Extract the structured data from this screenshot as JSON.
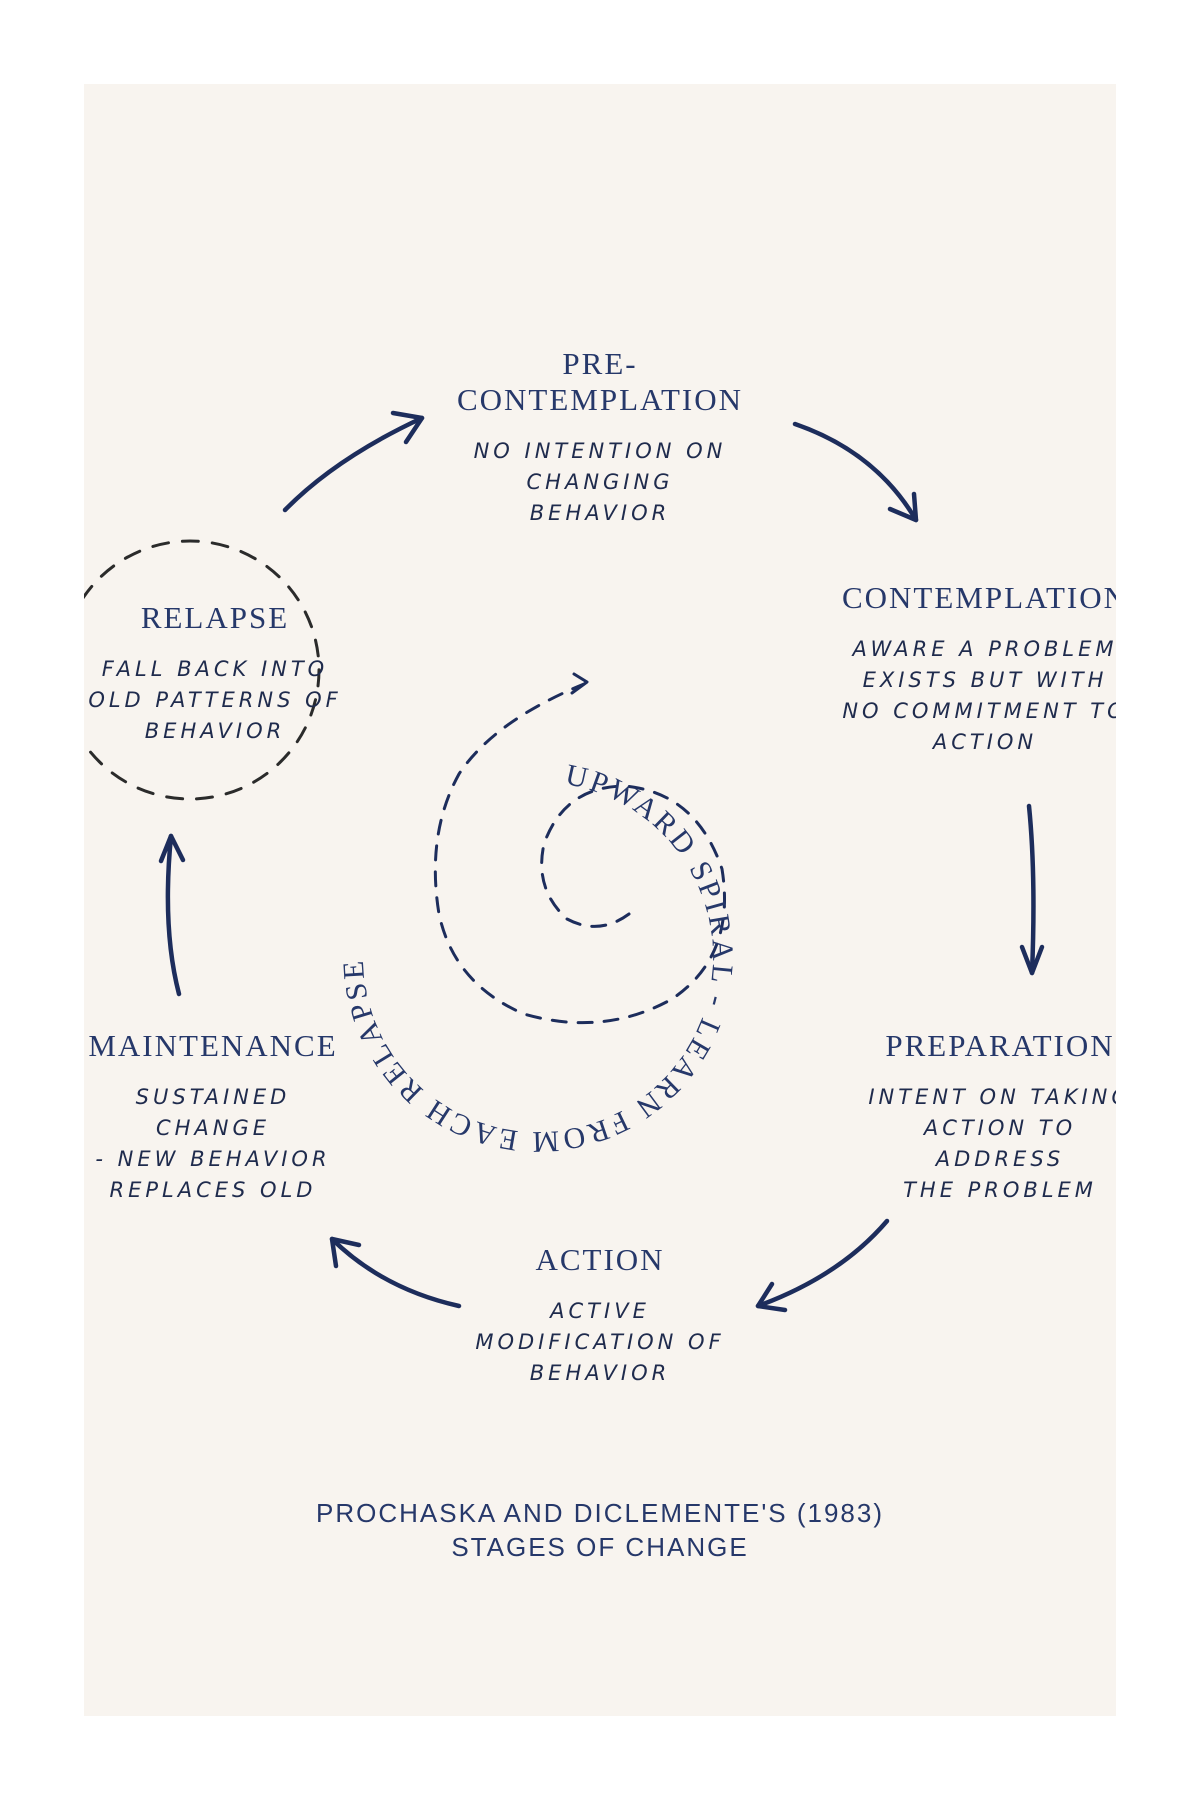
{
  "stages": {
    "precontemplation": {
      "title": "PRE-\nCONTEMPLATION",
      "description": "NO INTENTION ON\nCHANGING\nBEHAVIOR"
    },
    "contemplation": {
      "title": "CONTEMPLATION",
      "description": "AWARE A PROBLEM\nEXISTS BUT WITH\nNO COMMITMENT TO\nACTION"
    },
    "preparation": {
      "title": "PREPARATION",
      "description": "INTENT ON TAKING\nACTION TO ADDRESS\nTHE PROBLEM"
    },
    "action": {
      "title": "ACTION",
      "description": "ACTIVE\nMODIFICATION OF\nBEHAVIOR"
    },
    "maintenance": {
      "title": "MAINTENANCE",
      "description": "SUSTAINED CHANGE\n- NEW BEHAVIOR\nREPLACES OLD"
    },
    "relapse": {
      "title": "RELAPSE",
      "description": "FALL BACK INTO\nOLD PATTERNS OF\nBEHAVIOR"
    }
  },
  "spiral_label": "UPWARD SPIRAL - LEARN FROM EACH RELAPSE",
  "caption": "PROCHASKA AND DICLEMENTE'S (1983)\nSTAGES OF CHANGE",
  "colors": {
    "ink": "#26386a",
    "arrow": "#1d2d5c",
    "dash": "#2b2b2b",
    "paper": "#f8f4ef"
  }
}
